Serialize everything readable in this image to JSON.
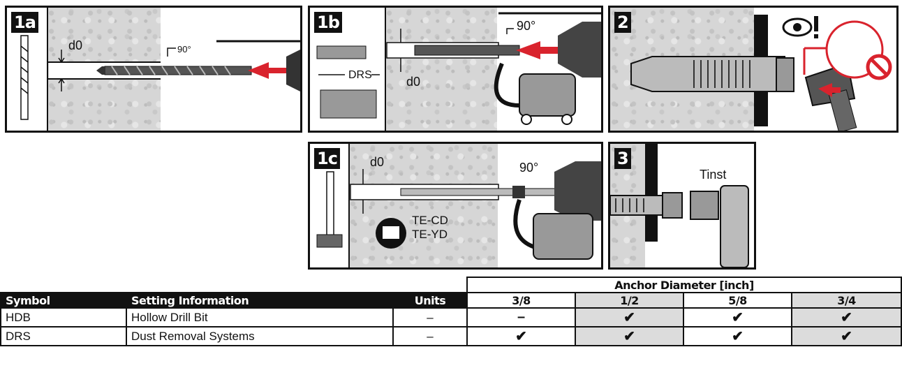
{
  "panels": {
    "p1a": {
      "badge": "1a",
      "d0": "d0",
      "angle": "90°"
    },
    "p1b": {
      "badge": "1b",
      "drs": "DRS",
      "d0": "d0",
      "angle": "90°"
    },
    "p1c": {
      "badge": "1c",
      "d0": "d0",
      "angle": "90°",
      "tool1": "TE-CD",
      "tool2": "TE-YD"
    },
    "p2": {
      "badge": "2"
    },
    "p3": {
      "badge": "3",
      "tinst": "Tinst"
    }
  },
  "table": {
    "group_header": "Anchor Diameter [inch]",
    "columns": [
      "Symbol",
      "Setting Information",
      "Units",
      "3/8",
      "1/2",
      "5/8",
      "3/4"
    ],
    "rows": [
      {
        "symbol": "HDB",
        "info": "Hollow Drill Bit",
        "units": "–",
        "cells": [
          "–",
          "✔",
          "✔",
          "✔"
        ]
      },
      {
        "symbol": "DRS",
        "info": "Dust Removal Systems",
        "units": "–",
        "cells": [
          "✔",
          "✔",
          "✔",
          "✔"
        ]
      }
    ]
  },
  "colors": {
    "accent": "#d9232d",
    "concrete": "#d6d6d6",
    "ink": "#111111"
  },
  "icons": [
    "drill-bit-icon",
    "hammer-drill-icon",
    "vacuum-icon",
    "hammer-icon",
    "eye-icon",
    "no-sign-icon",
    "torque-wrench-icon",
    "manual-icon"
  ]
}
